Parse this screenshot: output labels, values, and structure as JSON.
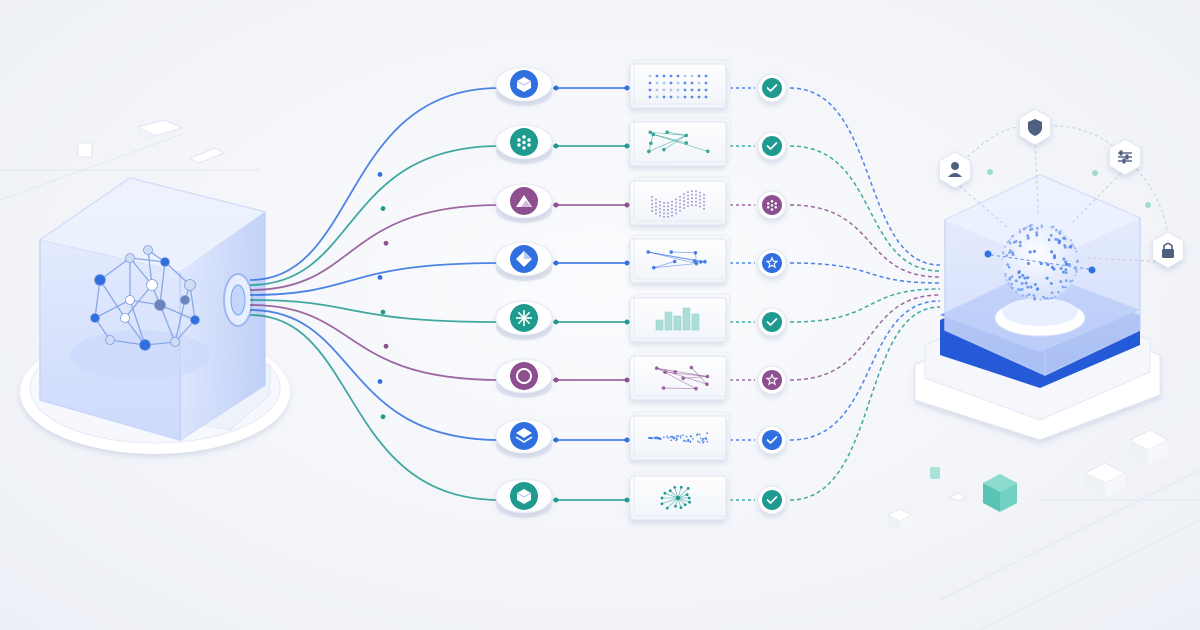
{
  "colors": {
    "blue": "#2f6fe0",
    "teal": "#1f9a8e",
    "purple": "#8d4f8f",
    "lightblue": "#6f9ef0",
    "glass": "#d9e3fb",
    "platform": "#ffffff",
    "accent": "#2459d8"
  },
  "source": {
    "icon": "network-graph-icon"
  },
  "target": {
    "icon": "dotted-sphere-icon"
  },
  "pipelines": [
    {
      "color": "blue",
      "node_icon": "cube-icon",
      "panel": "dot-grid",
      "status_icon": "check-icon",
      "status_color": "teal"
    },
    {
      "color": "teal",
      "node_icon": "dot-cluster-icon",
      "panel": "sparse-network",
      "status_icon": "check-icon",
      "status_color": "teal"
    },
    {
      "color": "purple",
      "node_icon": "mountain-icon",
      "panel": "wave-surface",
      "status_icon": "dot-cluster-icon",
      "status_color": "purple"
    },
    {
      "color": "blue",
      "node_icon": "diamond-icon",
      "panel": "node-graph",
      "status_icon": "star-icon",
      "status_color": "blue"
    },
    {
      "color": "teal",
      "node_icon": "asterisk-icon",
      "panel": "bar-blocks",
      "status_icon": "check-icon",
      "status_color": "teal"
    },
    {
      "color": "purple",
      "node_icon": "ring-icon",
      "panel": "node-graph",
      "status_icon": "star-icon",
      "status_color": "purple"
    },
    {
      "color": "blue",
      "node_icon": "layers-icon",
      "panel": "cone-cloud",
      "status_icon": "check-icon",
      "status_color": "blue"
    },
    {
      "color": "teal",
      "node_icon": "cube-icon",
      "panel": "radial-burst",
      "status_icon": "check-icon",
      "status_color": "teal"
    }
  ],
  "satellites": [
    {
      "icon": "user-icon"
    },
    {
      "icon": "shield-icon"
    },
    {
      "icon": "sliders-icon"
    },
    {
      "icon": "lock-icon"
    }
  ]
}
